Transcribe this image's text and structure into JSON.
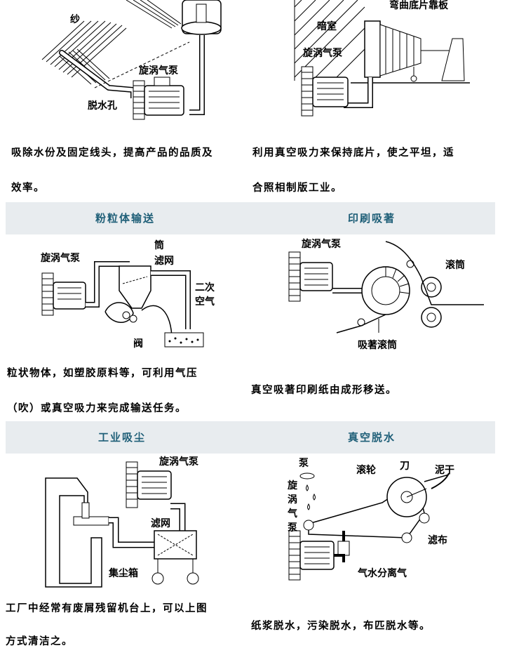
{
  "panel1": {
    "labels": {
      "yarn": "纱",
      "pump": "旋涡气泵",
      "hole": "脱水孔"
    },
    "text_line1": "吸除水份及固定线头，提高产品的品质及",
    "text_line2": "效率。"
  },
  "panel2": {
    "labels": {
      "board": "弯曲底片靠板",
      "darkroom": "暗室",
      "pump": "旋涡气泵"
    },
    "text_line1": "利用真空吸力来保持底片，使之平坦，适",
    "text_line2": "合照相制版工业。"
  },
  "section_powder": {
    "title": "粉粒体输送",
    "labels": {
      "pump": "旋涡气泵",
      "tube": "筒",
      "filter": "滤网",
      "secondary_air": "二次\n空气",
      "valve": "阀"
    },
    "text_line1": "粒状物体，如塑胶原料等，可利用气压",
    "text_line2": "（吹）或真空吸力来完成输送任务。"
  },
  "section_print": {
    "title": "印刷吸著",
    "labels": {
      "pump": "旋涡气泵",
      "roller": "滚筒",
      "suction_roller": "吸著滚筒"
    },
    "text_line1": "真空吸著印刷纸由成形移送。"
  },
  "section_dust": {
    "title": "工业吸尘",
    "labels": {
      "pump": "旋涡气泵",
      "filter": "滤网",
      "dust_box": "集尘箱"
    },
    "text_line1": "工厂中经常有废屑残留机台上，可以上图",
    "text_line2": "方式清洁之。"
  },
  "section_dewater": {
    "title": "真空脱水",
    "labels": {
      "pump_top": "泵",
      "pump_vertical": "旋\n涡\n气\n泵",
      "roller": "滚轮",
      "knife": "刀",
      "mud": "泥干",
      "cloth": "滤布",
      "separator": "气水分离气"
    },
    "text_line1": "纸浆脱水，污染脱水，布匹脱水等。"
  },
  "colors": {
    "band": "#e8ecef",
    "title": "#1f5f78"
  }
}
